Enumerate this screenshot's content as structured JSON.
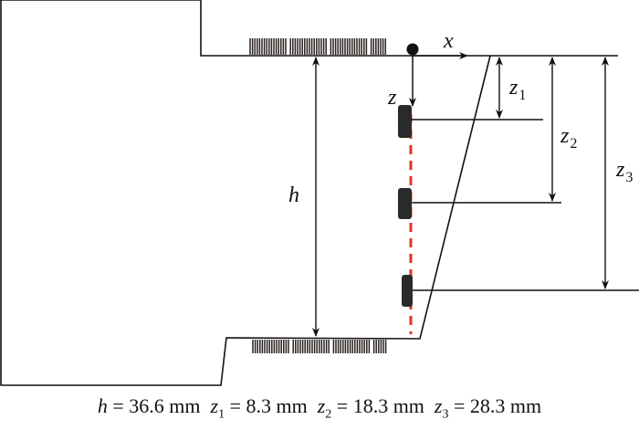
{
  "labels": {
    "x": "x",
    "z": "z",
    "h": "h",
    "z1": "z",
    "z1_sub": "1",
    "z2": "z",
    "z2_sub": "2",
    "z3": "z",
    "z3_sub": "3"
  },
  "caption": [
    {
      "sym": "h",
      "sub": "",
      "value": " = 36.6 mm  "
    },
    {
      "sym": "z",
      "sub": "1",
      "value": " = 8.3 mm  "
    },
    {
      "sym": "z",
      "sub": "2",
      "value": " = 18.3 mm  "
    },
    {
      "sym": "z",
      "sub": "3",
      "value": " = 28.3 mm"
    }
  ],
  "colors": {
    "line": "#111111",
    "dashed": "#e53222",
    "sensor": "#2a2a2a"
  }
}
